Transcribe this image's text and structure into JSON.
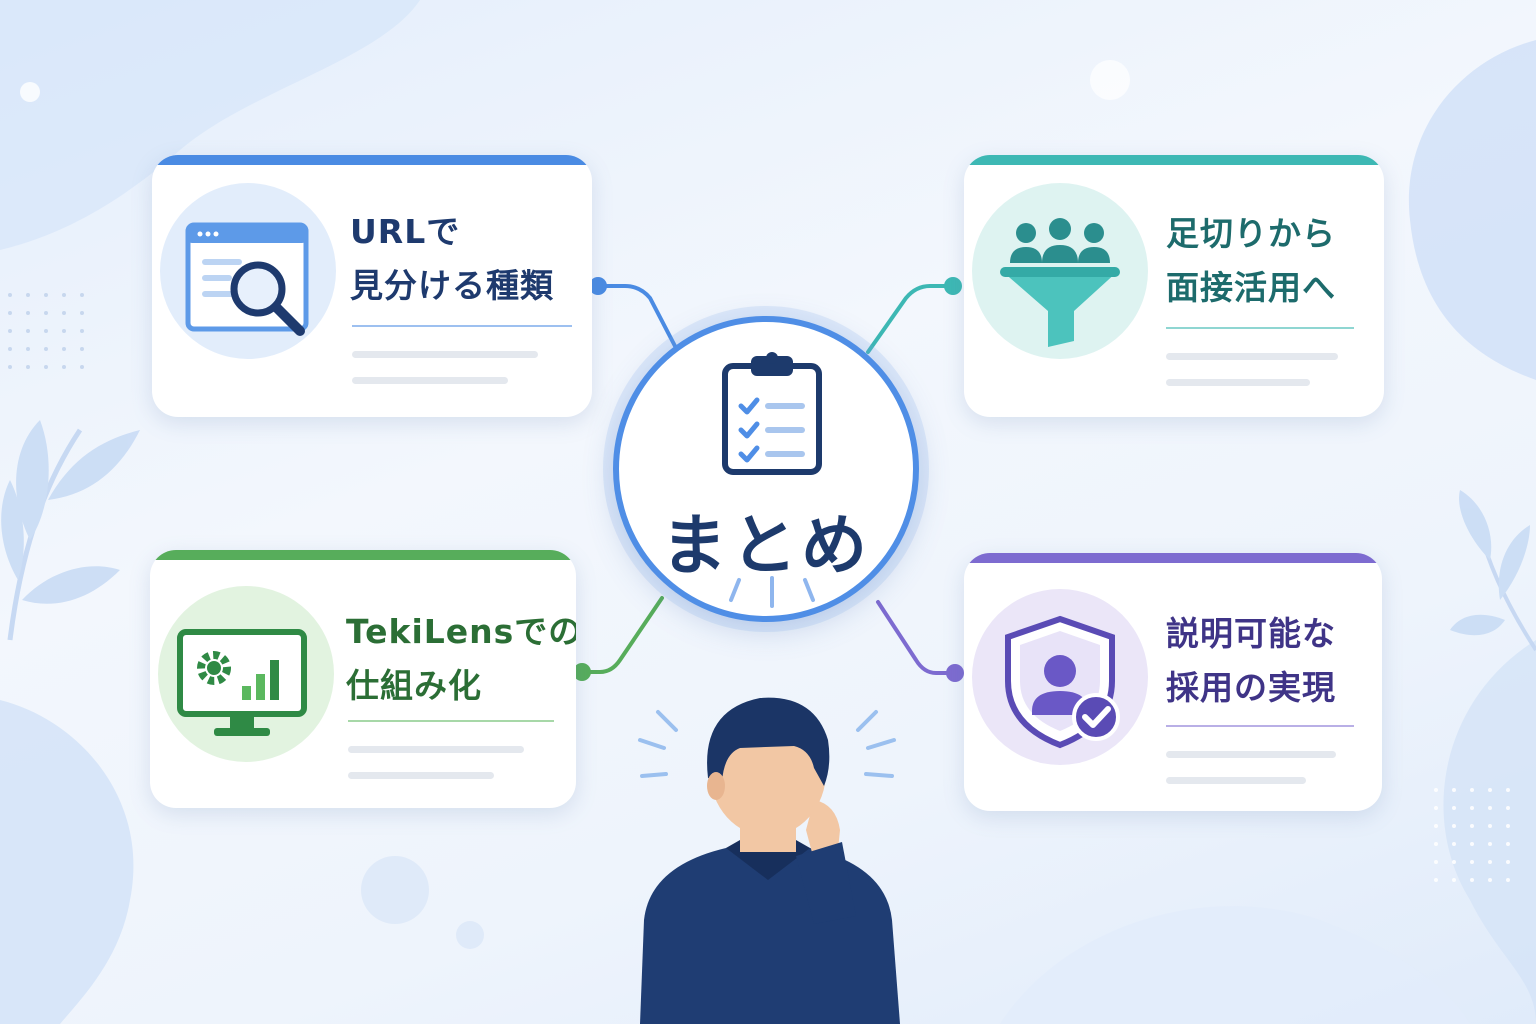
{
  "hub": {
    "title": "まとめ"
  },
  "cards": [
    {
      "id": "url-types",
      "line1": "URLで",
      "line2": "見分ける種類",
      "accent": "#4a8be3",
      "title_color": "#1e3a6e",
      "icon": "browser-search-icon"
    },
    {
      "id": "screening-to-interview",
      "line1": "足切りから",
      "line2": "面接活用へ",
      "accent": "#3db8b4",
      "title_color": "#1d6b6c",
      "icon": "people-funnel-icon"
    },
    {
      "id": "tekilens-system",
      "line1": "TekiLensでの",
      "line2": "仕組み化",
      "accent": "#57ad5b",
      "title_color": "#2b6e35",
      "icon": "monitor-gear-chart-icon"
    },
    {
      "id": "explainable-hiring",
      "line1": "説明可能な",
      "line2": "採用の実現",
      "accent": "#7d6bd0",
      "title_color": "#3f3487",
      "icon": "shield-user-check-icon"
    }
  ],
  "colors": {
    "hub_ring": "#4f8ee6",
    "navy": "#1d3a6c",
    "suit": "#1f3d73"
  }
}
